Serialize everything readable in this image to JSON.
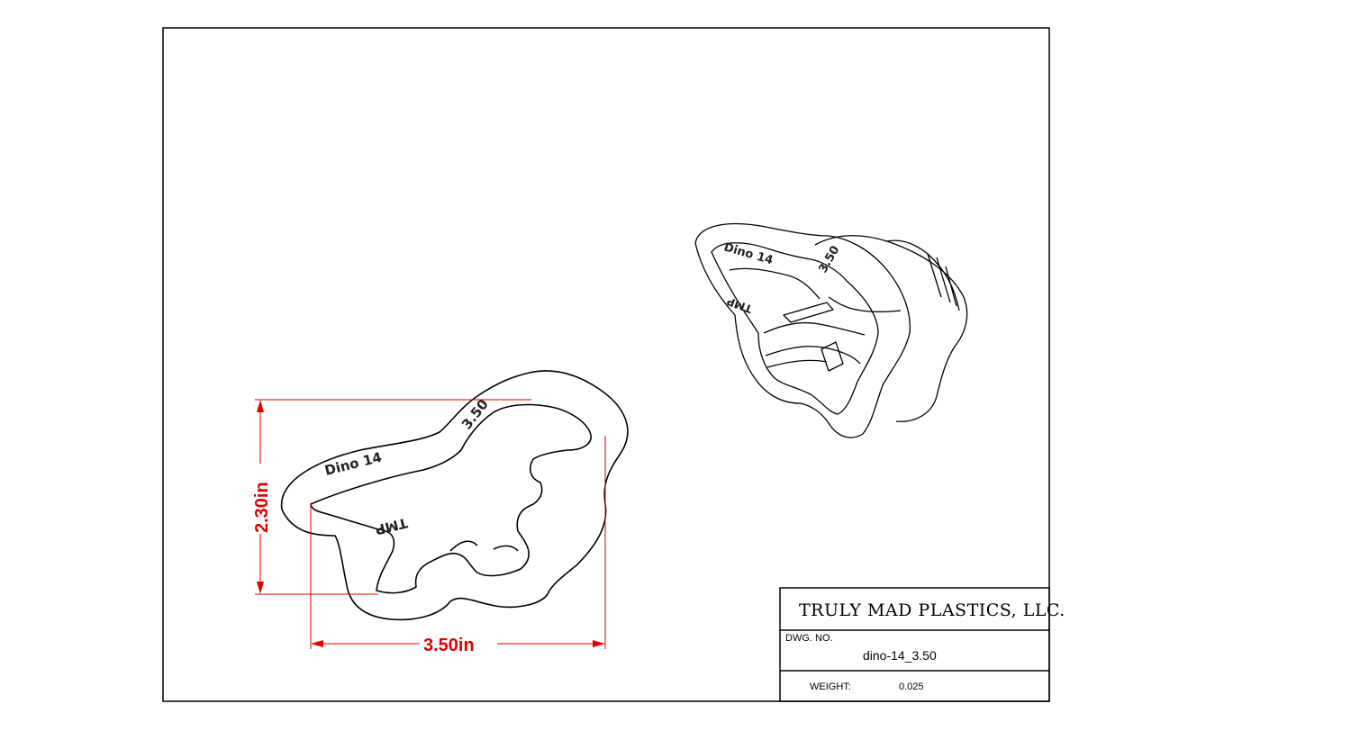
{
  "drawing": {
    "part_label": "Dino 14",
    "size_label": "3.50",
    "maker_mark": "TMP",
    "dimensions": {
      "height": "2.30in",
      "width": "3.50in"
    },
    "colors": {
      "dimension": "#e00000",
      "line": "#000000"
    }
  },
  "title_block": {
    "company": "TRULY MAD PLASTICS, LLC.",
    "dwg_no_label": "DWG.  NO.",
    "dwg_no": "dino-14_3.50",
    "weight_label": "WEIGHT:",
    "weight": "0.025"
  }
}
